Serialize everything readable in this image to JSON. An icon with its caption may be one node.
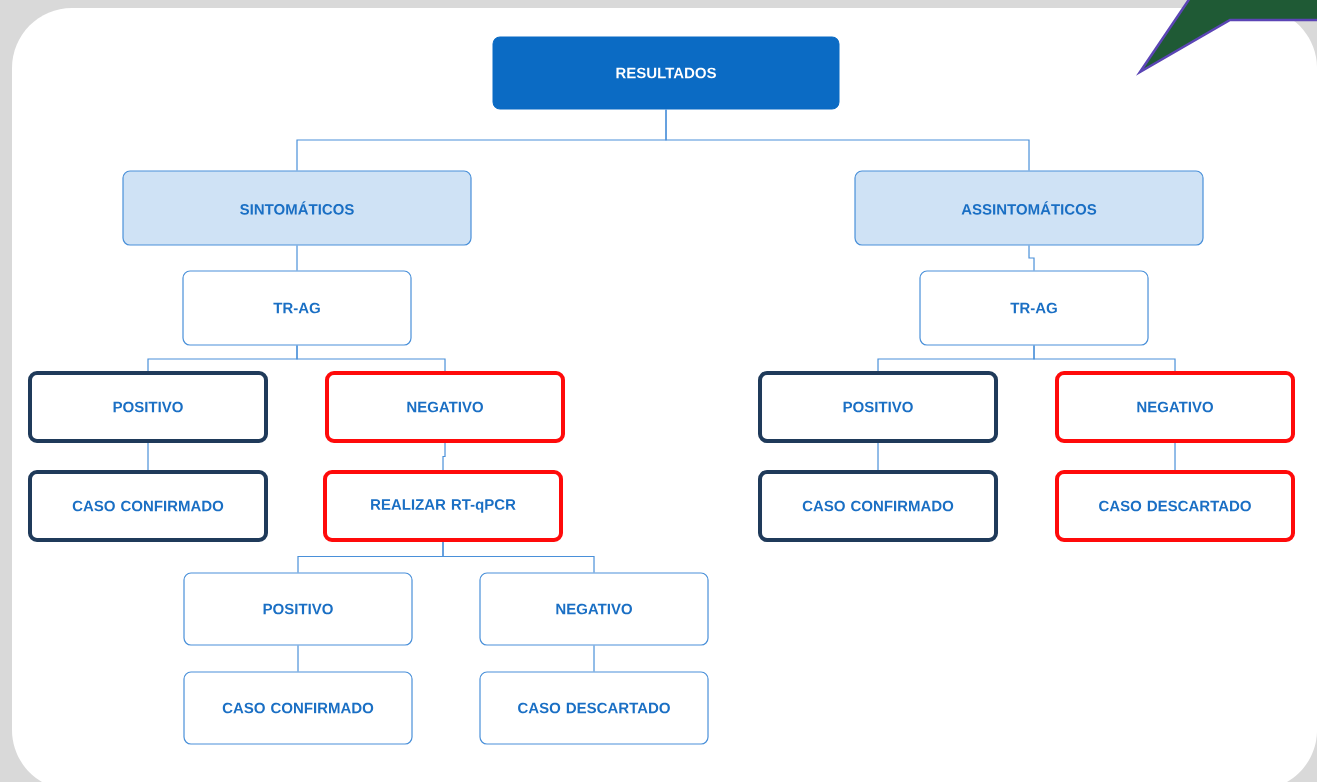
{
  "diagram": {
    "nodes": [
      {
        "text": [
          "RESULTADOS"
        ]
      },
      {
        "text": [
          "SINTOMÁTICOS"
        ]
      },
      {
        "text": [
          "ASSINTOMÁTICOS"
        ]
      },
      {
        "text": [
          "TR-AG"
        ]
      },
      {
        "text": [
          "TR-AG"
        ]
      },
      {
        "text": [
          "POSITIVO"
        ]
      },
      {
        "text": [
          "NEGATIVO"
        ]
      },
      {
        "text": [
          "POSITIVO"
        ]
      },
      {
        "text": [
          "NEGATIVO"
        ]
      },
      {
        "text": [
          "CASO CONFIRMADO"
        ]
      },
      {
        "text": [
          "REALIZAR RT-qPCR"
        ]
      },
      {
        "text": [
          "CASO CONFIRMADO"
        ]
      },
      {
        "text": [
          "CASO DESCARTADO"
        ]
      },
      {
        "text": [
          "POSITIVO"
        ]
      },
      {
        "text": [
          "NEGATIVO"
        ]
      },
      {
        "text": [
          "CASO CONFIRMADO"
        ]
      },
      {
        "text": [
          "CASO DESCARTADO"
        ]
      }
    ],
    "edges": [
      {
        "from": 0,
        "to": 1,
        "arrow": "none"
      },
      {
        "from": 0,
        "to": 2,
        "arrow": "none"
      },
      {
        "from": 1,
        "to": 3,
        "arrow": "none"
      },
      {
        "from": 2,
        "to": 4,
        "arrow": "none"
      },
      {
        "from": 3,
        "to": 5,
        "arrow": "none"
      },
      {
        "from": 3,
        "to": 6,
        "arrow": "none"
      },
      {
        "from": 4,
        "to": 7,
        "arrow": "none"
      },
      {
        "from": 4,
        "to": 8,
        "arrow": "none"
      },
      {
        "from": 5,
        "to": 9,
        "arrow": "none"
      },
      {
        "from": 6,
        "to": 10,
        "arrow": "none"
      },
      {
        "from": 7,
        "to": 11,
        "arrow": "none"
      },
      {
        "from": 8,
        "to": 12,
        "arrow": "none"
      },
      {
        "from": 10,
        "to": 13,
        "arrow": "none"
      },
      {
        "from": 10,
        "to": 14,
        "arrow": "none"
      },
      {
        "from": 13,
        "to": 15,
        "arrow": "none"
      },
      {
        "from": 14,
        "to": 16,
        "arrow": "none"
      }
    ]
  }
}
